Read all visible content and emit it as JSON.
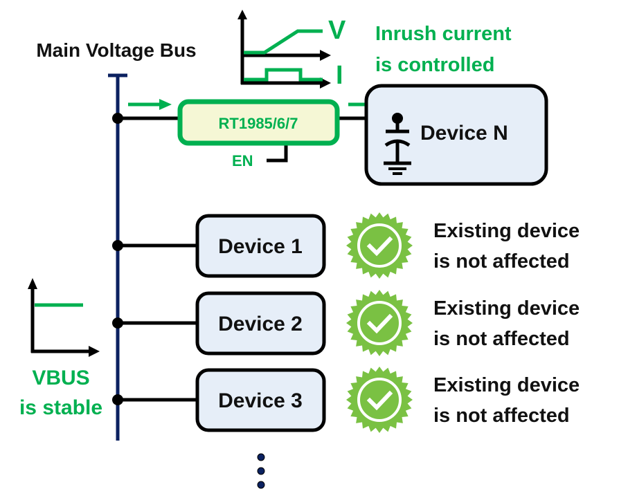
{
  "colors": {
    "accent_green": "#00B050",
    "badge_green": "#7AC143",
    "bus_navy": "#0B2160",
    "device_fill": "#E6EEF8",
    "chip_fill": "#F5F7D5",
    "wire": "#000000"
  },
  "bus": {
    "label": "Main Voltage Bus"
  },
  "inrush_graph": {
    "v_label": "V",
    "i_label": "I",
    "caption_line1": "Inrush current",
    "caption_line2": "is controlled"
  },
  "chip": {
    "label": "RT1985/6/7",
    "en_label": "EN"
  },
  "new_device": {
    "label": "Device N"
  },
  "devices": [
    {
      "label": "Device 1",
      "status_line1": "Existing device",
      "status_line2": "is not affected",
      "badge_icon": "check-badge-icon"
    },
    {
      "label": "Device 2",
      "status_line1": "Existing device",
      "status_line2": "is not affected",
      "badge_icon": "check-badge-icon"
    },
    {
      "label": "Device 3",
      "status_line1": "Existing device",
      "status_line2": "is not affected",
      "badge_icon": "check-badge-icon"
    }
  ],
  "vbus_graph": {
    "caption_line1": "VBUS",
    "caption_line2": "is stable"
  },
  "more_devices_icon": "vertical-ellipsis-icon"
}
